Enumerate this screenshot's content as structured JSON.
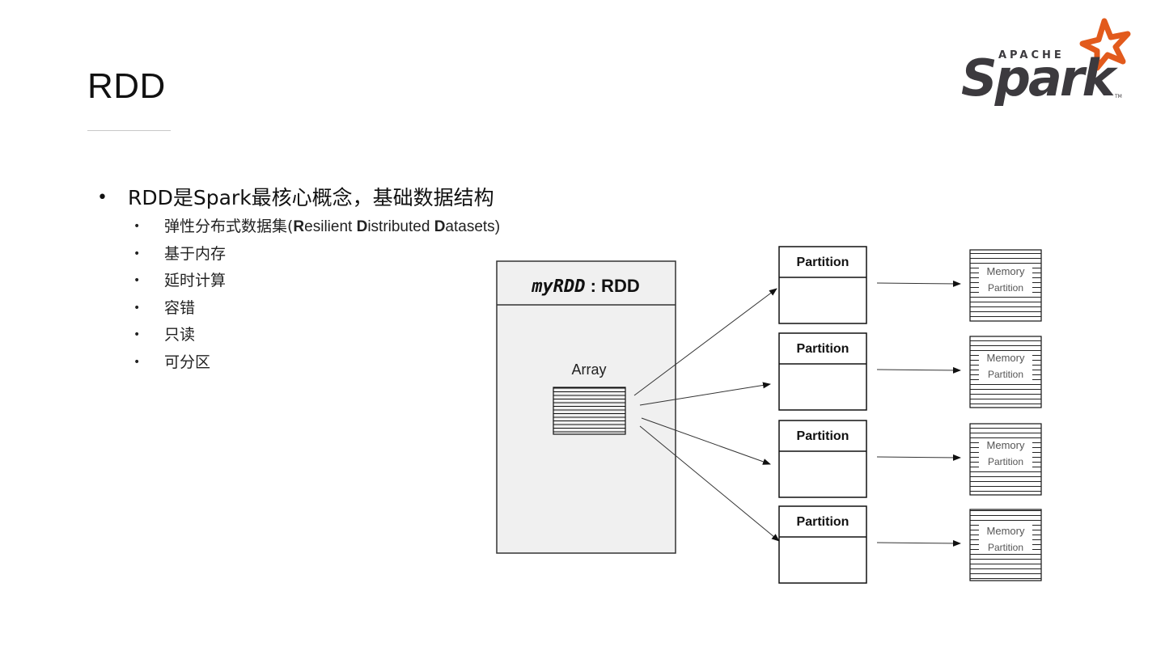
{
  "slide": {
    "title": "RDD"
  },
  "logo": {
    "top_text": "APACHE",
    "main_text": "Spark",
    "trademark": "TM",
    "accent_color": "#e25a1c",
    "text_color": "#3c3a3e"
  },
  "bullets": {
    "main": "RDD是Spark最核心概念，基础数据结构",
    "sub": [
      {
        "prefix": "弹性分布式数据集(",
        "parts": [
          {
            "letter": "R",
            "rest": "esilient "
          },
          {
            "letter": "D",
            "rest": "istributed "
          },
          {
            "letter": "D",
            "rest": "atasets"
          }
        ],
        "suffix": ")"
      },
      {
        "text": "基于内存"
      },
      {
        "text": "延时计算"
      },
      {
        "text": "容错"
      },
      {
        "text": "只读"
      },
      {
        "text": "可分区"
      }
    ]
  },
  "diagram": {
    "rdd_name": "myRDD",
    "rdd_type": " : RDD",
    "array_label": "Array",
    "partitions": [
      {
        "label": "Partition",
        "memory_line1": "Memory",
        "memory_line2": "Partition"
      },
      {
        "label": "Partition",
        "memory_line1": "Memory",
        "memory_line2": "Partition"
      },
      {
        "label": "Partition",
        "memory_line1": "Memory",
        "memory_line2": "Partition"
      },
      {
        "label": "Partition",
        "memory_line1": "Memory",
        "memory_line2": "Partition"
      }
    ]
  }
}
